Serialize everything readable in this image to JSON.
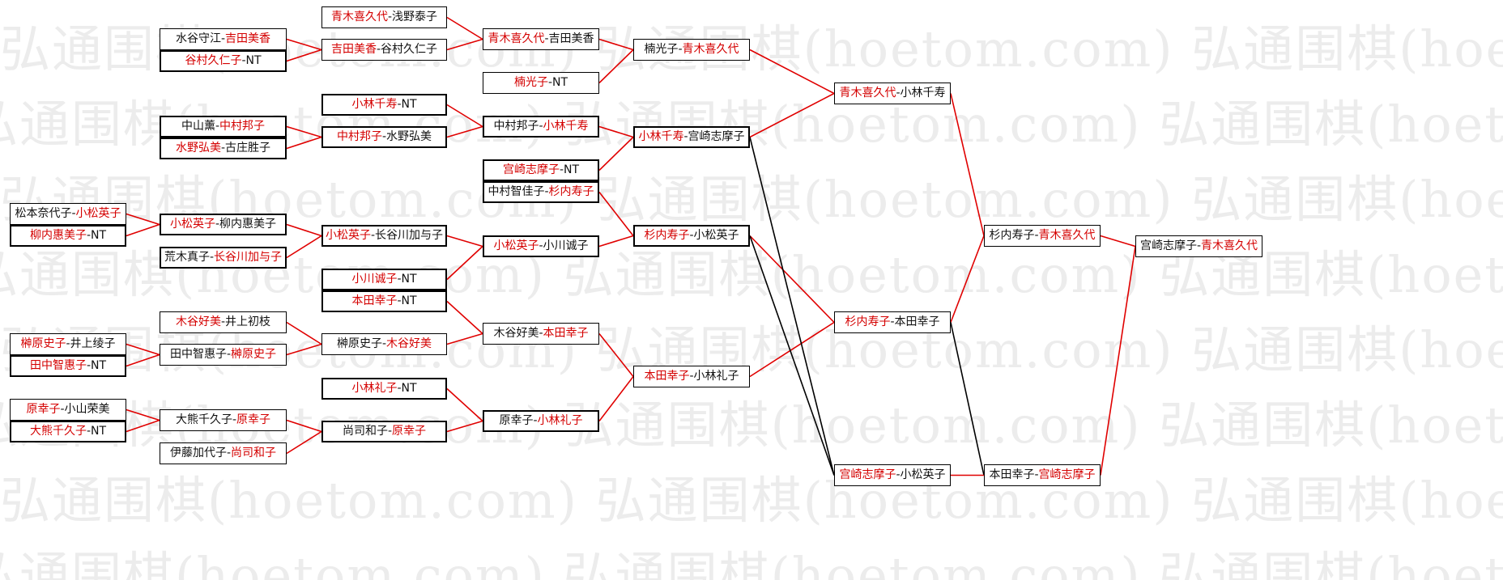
{
  "watermark": {
    "text": "弘通围棋(hoetom.com)"
  },
  "colors": {
    "win_text": "#d40000",
    "loss_text": "#111111",
    "win_line": "#e00000",
    "loss_line": "#000000"
  },
  "matches": [
    {
      "id": "r1a",
      "p1": "松本奈代子",
      "p2": "小松英子",
      "winner": 2
    },
    {
      "id": "r1b",
      "p1": "柳内惠美子",
      "p2": "NT",
      "winner": 1
    },
    {
      "id": "r1c",
      "p1": "榊原史子",
      "p2": "井上绫子",
      "winner": 1
    },
    {
      "id": "r1d",
      "p1": "田中智惠子",
      "p2": "NT",
      "winner": 1
    },
    {
      "id": "r1e",
      "p1": "原幸子",
      "p2": "小山荣美",
      "winner": 1
    },
    {
      "id": "r1f",
      "p1": "大熊千久子",
      "p2": "NT",
      "winner": 1
    },
    {
      "id": "r2a",
      "p1": "水谷守江",
      "p2": "吉田美香",
      "winner": 2
    },
    {
      "id": "r2b",
      "p1": "谷村久仁子",
      "p2": "NT",
      "winner": 1
    },
    {
      "id": "r2c",
      "p1": "中山薰",
      "p2": "中村邦子",
      "winner": 2
    },
    {
      "id": "r2d",
      "p1": "水野弘美",
      "p2": "古庄胜子",
      "winner": 1
    },
    {
      "id": "r2e",
      "p1": "小松英子",
      "p2": "柳内惠美子",
      "winner": 1
    },
    {
      "id": "r2f",
      "p1": "荒木真子",
      "p2": "长谷川加与子",
      "winner": 2
    },
    {
      "id": "r2g",
      "p1": "木谷好美",
      "p2": "井上初枝",
      "winner": 1
    },
    {
      "id": "r2h",
      "p1": "田中智惠子",
      "p2": "榊原史子",
      "winner": 2
    },
    {
      "id": "r2i",
      "p1": "大熊千久子",
      "p2": "原幸子",
      "winner": 2
    },
    {
      "id": "r2j",
      "p1": "伊藤加代子",
      "p2": "尚司和子",
      "winner": 2
    },
    {
      "id": "r3a",
      "p1": "青木喜久代",
      "p2": "浅野泰子",
      "winner": 1
    },
    {
      "id": "r3b",
      "p1": "吉田美香",
      "p2": "谷村久仁子",
      "winner": 1
    },
    {
      "id": "r3c",
      "p1": "小林千寿",
      "p2": "NT",
      "winner": 1
    },
    {
      "id": "r3d",
      "p1": "中村邦子",
      "p2": "水野弘美",
      "winner": 1
    },
    {
      "id": "r3e",
      "p1": "小松英子",
      "p2": "长谷川加与子",
      "winner": 1
    },
    {
      "id": "r3f",
      "p1": "小川诚子",
      "p2": "NT",
      "winner": 1
    },
    {
      "id": "r3g",
      "p1": "本田幸子",
      "p2": "NT",
      "winner": 1
    },
    {
      "id": "r3h",
      "p1": "榊原史子",
      "p2": "木谷好美",
      "winner": 2
    },
    {
      "id": "r3i",
      "p1": "小林礼子",
      "p2": "NT",
      "winner": 1
    },
    {
      "id": "r3j",
      "p1": "尚司和子",
      "p2": "原幸子",
      "winner": 2
    },
    {
      "id": "r4a",
      "p1": "青木喜久代",
      "p2": "吉田美香",
      "winner": 1
    },
    {
      "id": "r4b",
      "p1": "楠光子",
      "p2": "NT",
      "winner": 1
    },
    {
      "id": "r4c",
      "p1": "中村邦子",
      "p2": "小林千寿",
      "winner": 2
    },
    {
      "id": "r4d",
      "p1": "宫崎志摩子",
      "p2": "NT",
      "winner": 1
    },
    {
      "id": "r4e",
      "p1": "中村智佳子",
      "p2": "杉内寿子",
      "winner": 2
    },
    {
      "id": "r4f",
      "p1": "小松英子",
      "p2": "小川诚子",
      "winner": 1
    },
    {
      "id": "r4g",
      "p1": "木谷好美",
      "p2": "本田幸子",
      "winner": 2
    },
    {
      "id": "r4h",
      "p1": "原幸子",
      "p2": "小林礼子",
      "winner": 2
    },
    {
      "id": "r5a",
      "p1": "楠光子",
      "p2": "青木喜久代",
      "winner": 2
    },
    {
      "id": "r5b",
      "p1": "小林千寿",
      "p2": "宫崎志摩子",
      "winner": 1
    },
    {
      "id": "r5c",
      "p1": "杉内寿子",
      "p2": "小松英子",
      "winner": 1
    },
    {
      "id": "r5d",
      "p1": "本田幸子",
      "p2": "小林礼子",
      "winner": 1
    },
    {
      "id": "r6a",
      "p1": "青木喜久代",
      "p2": "小林千寿",
      "winner": 1
    },
    {
      "id": "r6b",
      "p1": "杉内寿子",
      "p2": "本田幸子",
      "winner": 1
    },
    {
      "id": "r6c",
      "p1": "宫崎志摩子",
      "p2": "小松英子",
      "winner": 1
    },
    {
      "id": "r7a",
      "p1": "杉内寿子",
      "p2": "青木喜久代",
      "winner": 2
    },
    {
      "id": "r7b",
      "p1": "本田幸子",
      "p2": "宫崎志摩子",
      "winner": 2
    },
    {
      "id": "r8a",
      "p1": "宫崎志摩子",
      "p2": "青木喜久代",
      "winner": 2
    }
  ]
}
